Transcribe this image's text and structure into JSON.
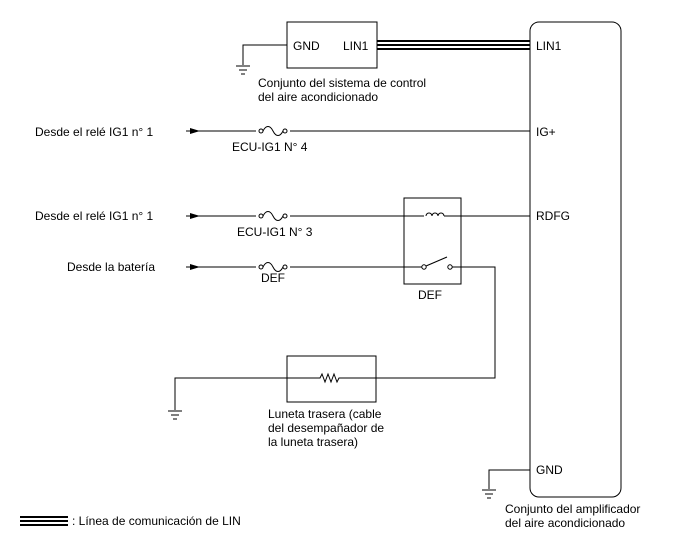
{
  "components": {
    "ac_control": {
      "pin_gnd": "GND",
      "pin_lin": "LIN1",
      "caption_line1": "Conjunto del sistema de control",
      "caption_line2": "del aire acondicionado"
    },
    "amplifier": {
      "pin_lin": "LIN1",
      "pin_ig": "IG+",
      "pin_rdfg": "RDFG",
      "pin_gnd": "GND",
      "caption_line1": "Conjunto del amplificador",
      "caption_line2": "del aire acondicionado"
    },
    "relay": {
      "label": "DEF"
    },
    "rear_window": {
      "caption_line1": "Luneta trasera (cable",
      "caption_line2": "del desempañador de",
      "caption_line3": "la luneta trasera)"
    }
  },
  "sources": {
    "ig1_a": "Desde el relé IG1 n° 1",
    "ig1_b": "Desde el relé IG1 n° 1",
    "battery": "Desde la batería"
  },
  "fuses": {
    "f1": "ECU-IG1 N° 4",
    "f2": "ECU-IG1 N° 3",
    "f3": "DEF"
  },
  "legend": {
    "text": ": Línea de comunicación de LIN"
  }
}
